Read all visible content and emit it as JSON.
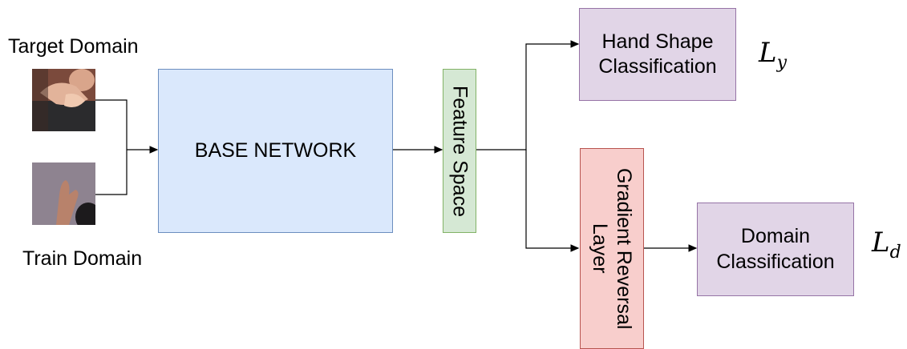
{
  "inputs": {
    "target_label": "Target Domain",
    "train_label": "Train Domain"
  },
  "boxes": {
    "base_network": "BASE NETWORK",
    "feature_space": "Feature Space",
    "hand_shape": "Hand Shape Classification",
    "gradient_reversal": "Gradient Reversal Layer",
    "domain_classification": "Domain Classification"
  },
  "losses": {
    "ly": {
      "symbol": "L",
      "subscript": "y"
    },
    "ld": {
      "symbol": "L",
      "subscript": "d"
    }
  },
  "colors": {
    "base_fill": "#dae8fc",
    "base_stroke": "#6c8ebf",
    "feature_fill": "#d5e8d4",
    "feature_stroke": "#82b366",
    "classifier_fill": "#e1d5e7",
    "classifier_stroke": "#9673a6",
    "reversal_fill": "#f8cecc",
    "reversal_stroke": "#b85450"
  }
}
